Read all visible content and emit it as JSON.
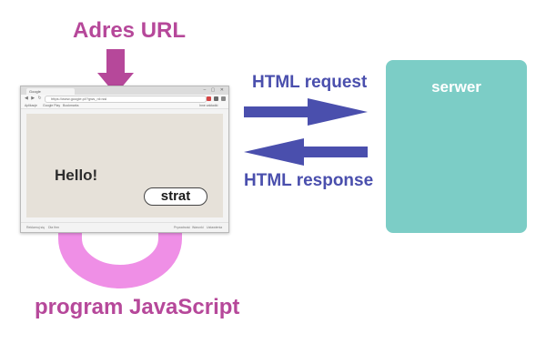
{
  "labels": {
    "url": "Adres  URL",
    "request": "HTML request",
    "response": "HTML response",
    "javascript": "program JavaScript"
  },
  "server": {
    "label": "serwer"
  },
  "browser": {
    "tab_title": "Google",
    "address": "https://www.google.pl/?gws_rd=ssl",
    "bookmarks": [
      "Aplikacje",
      "Google Play",
      "Bookmarks",
      "Inne zakładki"
    ],
    "status": [
      "Reklamuj się",
      "Dla firm",
      "Prywatność",
      "Warunki",
      "Ustawienia"
    ],
    "page_text": "Hello!",
    "button_label": "strat"
  },
  "colors": {
    "magenta": "#b6489a",
    "pink": "#ef8fe6",
    "blue": "#4a4fad",
    "teal": "#7ccdc6"
  }
}
